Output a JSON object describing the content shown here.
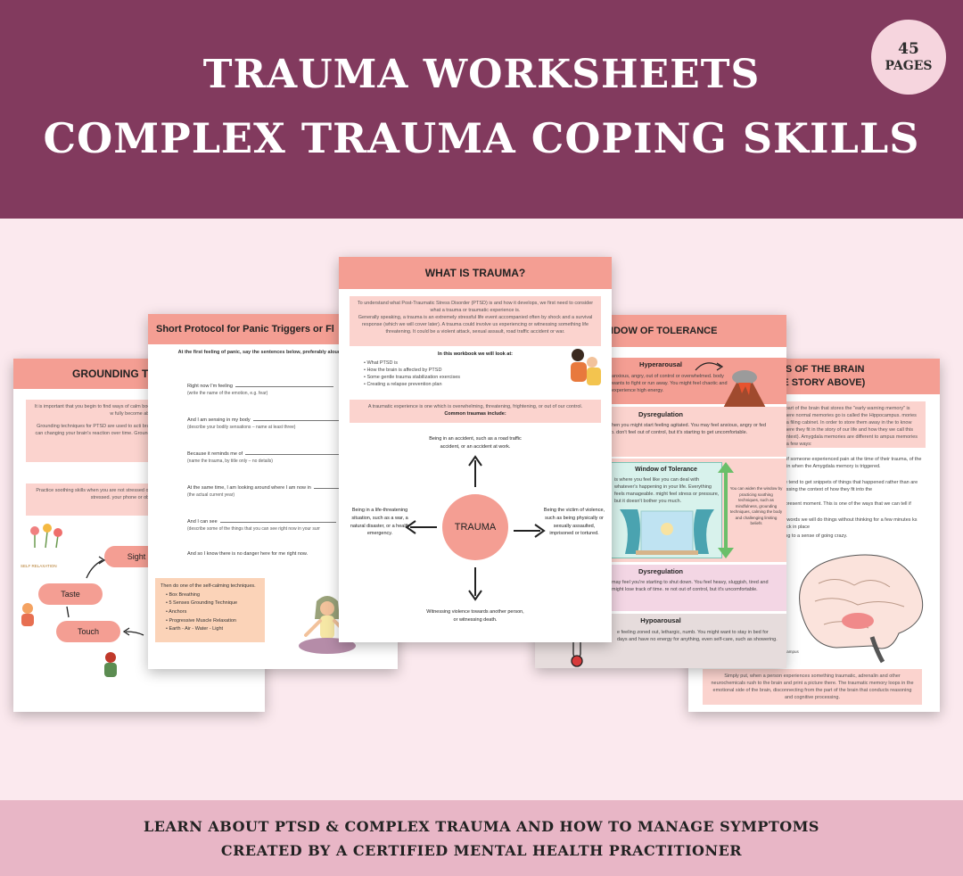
{
  "header": {
    "title_line1": "TRAUMA WORKSHEETS",
    "title_line2": "COMPLEX TRAUMA COPING SKILLS",
    "badge_number": "45",
    "badge_label": "PAGES"
  },
  "footer": {
    "line1": "LEARN ABOUT PTSD & COMPLEX TRAUMA AND HOW TO MANAGE SYMPTOMS",
    "line2": "CREATED BY A CERTIFIED MENTAL HEALTH PRACTITIONER"
  },
  "page_grounding": {
    "title": "GROUNDING TE",
    "intro": "It is important that you begin to find ways of calm body responses. To do this, you should engage w fully become absorbed w",
    "intro2": "Grounding techniques for PTSD are used to acti brain and bring you back to the moment. They can changing your brain's reaction over time. Ground from flashbacks, unwanted memories, and",
    "practice": "Practice soothing skills when you are not stressed or it becomes easier to use when you do feel stressed. your phone or object with you to he",
    "self_relaxation": "SELF RELAXATION",
    "senses": [
      "Sight",
      "Taste",
      "Touch"
    ]
  },
  "page_protocol": {
    "title": "Short Protocol for Panic Triggers or Fl",
    "instruction": "At the first feeling of panic, say the sentences below, preferably aloud, fill as you go.",
    "prompts": [
      {
        "text": "Right now I'm feeling",
        "hint": "(write the name of the emotion, e.g. fear)"
      },
      {
        "text": "And I am sensing in my body",
        "hint": "(describe your bodily sensations – name at least three)"
      },
      {
        "text": "Because it reminds me of",
        "hint": "(name the trauma, by title only – no details)"
      },
      {
        "text": "At the same time, I am looking around where I am now in",
        "hint": "(the actual current year)"
      },
      {
        "text": "And I can see",
        "hint": "(describe some of the things that you can see right now in your surr"
      },
      {
        "text": "And so I know there is no danger here for me right now.",
        "hint": ""
      }
    ],
    "techniques_title": "Then do one of the self-calming techniques.",
    "techniques": [
      "• Box Breathing",
      "• 5 Senses Grounding Technique",
      "• Anchors",
      "• Progressive Muscle Relaxation",
      "• Earth - Air - Water - Light"
    ]
  },
  "page_trauma": {
    "title": "WHAT IS TRAUMA?",
    "intro": "To understand what Post-Traumatic Stress Disorder (PTSD) is and how it develops, we first need to consider what a trauma or traumatic experience is.",
    "intro2": "Generally speaking, a trauma is an extremely stressful life event accompanied often by shock and a survival response (which we will cover later). A trauma could involve us experiencing or witnessing something life threatening. It could be a violent attack, sexual assault, road traffic accident or war.",
    "workbook_title": "In this workbook we will look at:",
    "workbook_items": [
      "• What PTSD is",
      "• How the brain is affected by PTSD",
      "• Some gentle trauma stabilization exercises",
      "• Creating a relapse prevention plan"
    ],
    "traumatic": "A traumatic experience is one which is overwhelming, threatening, frightening, or out of our control.",
    "common": "Common traumas include:",
    "center": "TRAUMA",
    "top": "Being in an accident, such as a road traffic accident, or an accident at work.",
    "left": "Being in a life-threatening situation, such as a war, a natural disaster, or a health emergency.",
    "right": "Being the victim of violence, such as being physically or sexually assaulted, imprisoned or tortured.",
    "bottom": "Witnessing violence towards another person, or witnessing death."
  },
  "page_window": {
    "title": "NDOW OF TOLERANCE",
    "hyperarousal": "Hyperarousal",
    "hyper_text": "anxious, angry, out of control or overwhelmed. body wants to fight or run away. You might feel chaotic and experience high energy.",
    "dysregulation": "Dysregulation",
    "dys_text": "when you might start feeling agitated. You may feel anxious, angry or fed up. don't feel out of control, but it's starting to get uncomfortable.",
    "window": "Window of Tolerance",
    "window_text": "is where you feel like you can deal with whatever's happening in your life. Everything feels manageable. might feel stress or pressure, but it doesn't bother you much.",
    "widen_text": "You can widen the window by practicing soothing techniques, such as mindfulness, grounding techniques, calming the body and challenging limiting beliefs",
    "dysregulation2": "Dysregulation",
    "dys2_text": "may feel you're starting to shut down. You feel heavy, sluggish, tired and might lose track of time. re not out of control, but it's uncomfortable.",
    "hypoarousal": "Hypoarousal",
    "hypo_text": "e feeling zoned out, lethargic, numb. You might want to stay in bed for days and have no energy for anything, even self-care, such as showering."
  },
  "page_brain": {
    "title_line1": "NT PARTS OF THE BRAIN",
    "title_line2": "ROM THE STORY ABOVE)",
    "box1": "e part of the brain that stores the \"early warning memory\" is where normal memories go is called the Hippocampus. mories in a filing cabinet. In order to store them away in the to know where they fit in the story of our life and how they we call this context). Amygdala memories are different to ampus memories in a few ways:",
    "items": [
      "g. if someone experienced pain at the time of their trauma, of the pain when the Amygdala memory is triggered.",
      "we tend to get snippets of things that happened rather than are missing the context of how they fit into the",
      "e present moment. This is one of the ways that we can tell if",
      "er words we will do things without thinking for a few minutes ks back in place",
      "ding to a sense of going crazy."
    ],
    "hippocampus_label": "campus",
    "bottom": "Simply put, when a person experiences something traumatic, adrenalin and other neurochemicals rush to the brain and print a picture there. The traumatic memory loops in the emotional side of the brain, disconnecting from the part of the brain that conducts reasoning and cognitive processing."
  },
  "colors": {
    "header": "#823a5e",
    "background": "#fbe9ee",
    "footer": "#e8b6c6",
    "accent": "#f49e93",
    "badge": "#f6d5de"
  }
}
